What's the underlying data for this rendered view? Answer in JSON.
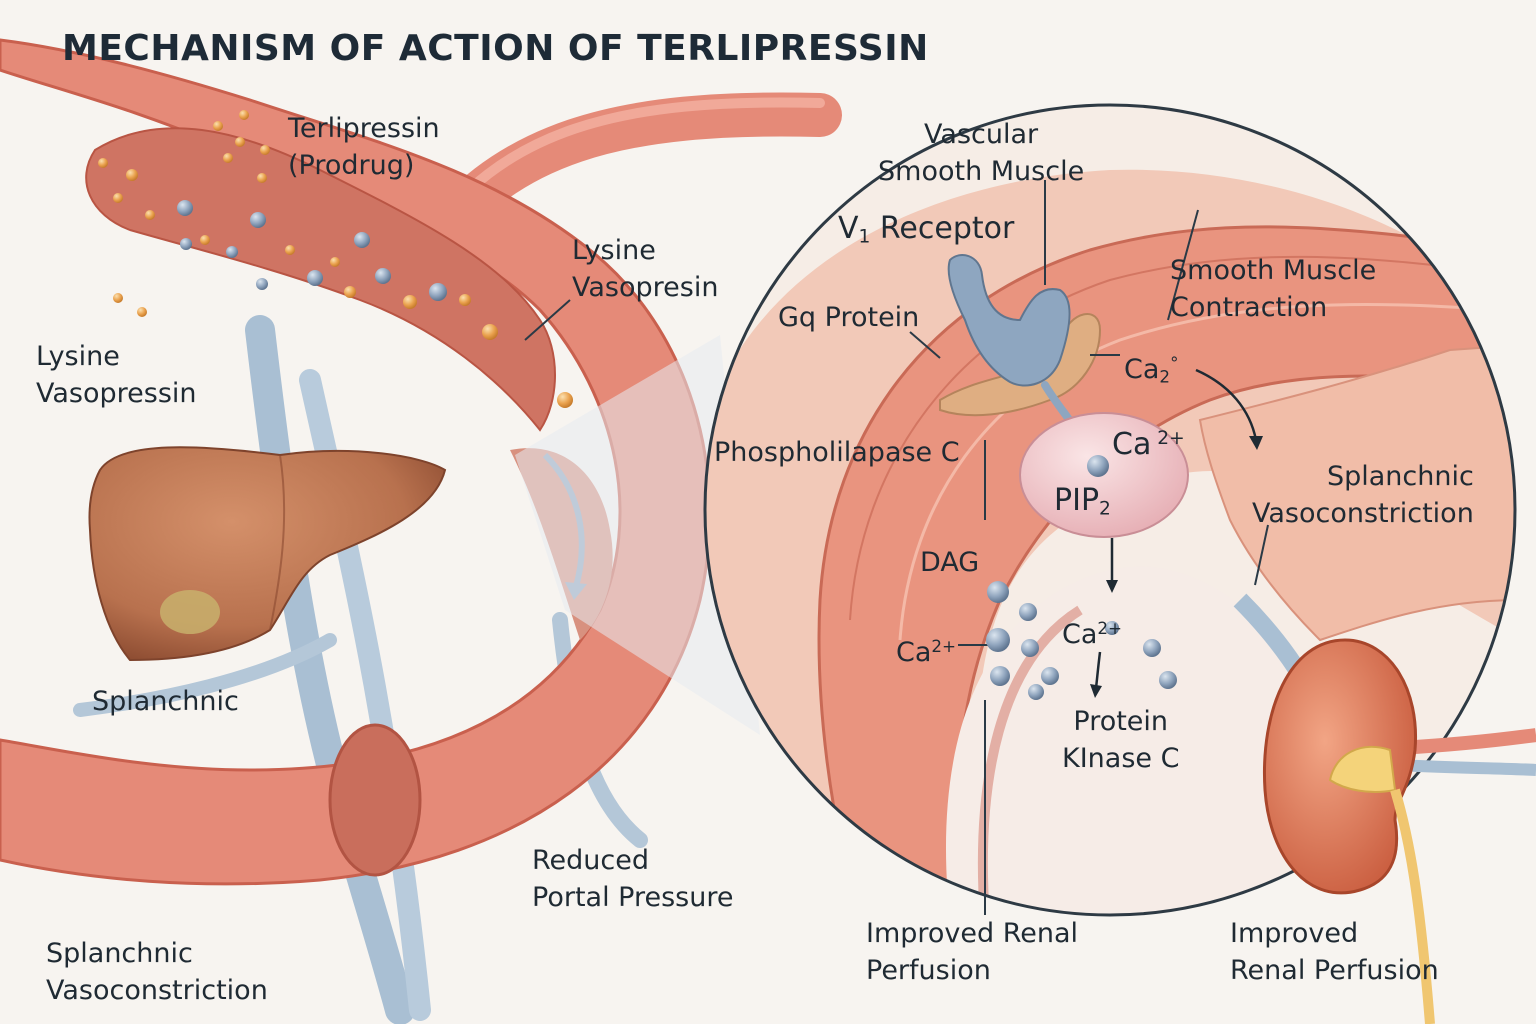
{
  "title": "MECHANISM OF ACTION OF TERLIPRESSIN",
  "labels": {
    "terlipressin": [
      "Terlipressin",
      "(Prodrug)"
    ],
    "lysine_vasopresin_top": [
      "Lysine",
      "Vasopresin"
    ],
    "lysine_vasopressin_left": [
      "Lysine",
      "Vasopressin"
    ],
    "splanchnic": "Splanchnic",
    "splanchnic_vasoconstriction_left": [
      "Splanchnic",
      "Vasoconstriction"
    ],
    "reduced_portal_pressure": [
      "Reduced",
      "Portal Pressure"
    ],
    "vascular_smooth_muscle": [
      "Vascular",
      "Smooth Muscle"
    ],
    "v1_receptor": {
      "main": "V",
      "sub": "1",
      "rest": " Receptor"
    },
    "gq_protein": "Gq Protein",
    "smooth_muscle_contraction": [
      "Smooth Muscle",
      "Contraction"
    ],
    "ca2_degree": {
      "main": "Ca",
      "sub": "2",
      "sup": "°"
    },
    "ca2plus_receptor": {
      "main": "Ca",
      "sup": " 2+"
    },
    "phospholilapase_c": "Phospholilapase C",
    "pip2": {
      "main": "PIP",
      "sub": "2"
    },
    "splanchnic_vasoconstriction_right": [
      "Splanchnic",
      "Vasoconstriction"
    ],
    "dag": "DAG",
    "ca2plus_left": {
      "main": "Ca",
      "sup": "2+"
    },
    "ca2plus_center": {
      "main": "Ca",
      "sup": "2+"
    },
    "protein_kinase_c": [
      "Protein",
      "KInase C"
    ],
    "improved_renal_perfusion_center": [
      "Improved Renal",
      "Perfusion"
    ],
    "improved_renal_perfusion_right": [
      "Improved",
      "Renal Perfusion"
    ]
  },
  "colors": {
    "vessel": "#e58a78",
    "vessel_dark": "#c9604e",
    "lumen": "#d9826f",
    "vein": "#a9bfd3",
    "liver": "#b8714e",
    "drug_orange": "#eaa24e",
    "drug_blue": "#8fa4bd",
    "receptor": "#8ea6c0",
    "gq": "#dfae82",
    "pip2": "#f0c8cc",
    "kidney": "#e07a5a",
    "text": "#1f2a33"
  }
}
